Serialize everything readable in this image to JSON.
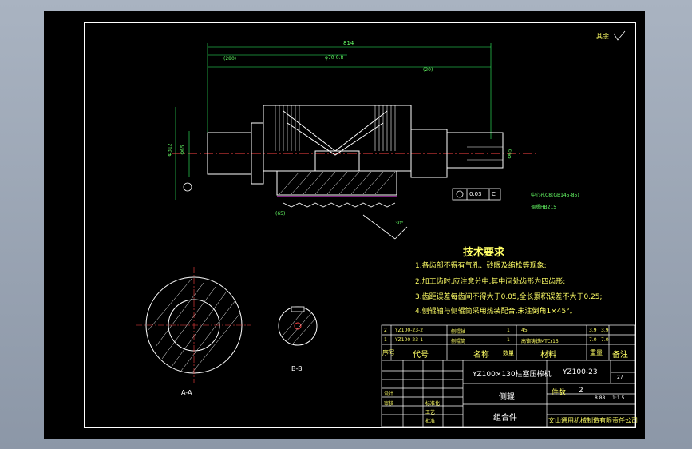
{
  "tech_req": {
    "title": "技术要求",
    "items": [
      "1.各齿部不得有气孔、砂眼及缩松等现象;",
      "2.加工齿时,应注意分中,其中间处齿形为四齿形;",
      "3.齿距误差每齿间不得大于0.05,全长累积误差不大于0.25;",
      "4.侧辊轴与侧辊筒采用热装配合,未注倒角1×45°。"
    ]
  },
  "roughness_note": "其余",
  "views": {
    "section_aa": "A-A",
    "section_bb": "B-B"
  },
  "main_view_labels": {
    "overall_len": "814",
    "dim_left": "(280)",
    "dim_mid": "φ70-0.8",
    "dim_right": "(20)",
    "dim_left_bottom": "(65)",
    "dia_left": "Φ312",
    "dia_shaft": "Φ65",
    "dia_right": "Φ65",
    "tol_symbol": "0.03",
    "tol_ref": "C",
    "center_hole": "中心孔C8(GB145-85)",
    "heat_treat": "调质HB215",
    "angle": "30°"
  },
  "parts_list": {
    "rows": [
      {
        "no": "2",
        "code": "YZ100-23-2",
        "name": "侧辊轴",
        "qty": "1",
        "material": "45",
        "w1": "3.9",
        "w2": "3.9"
      },
      {
        "no": "1",
        "code": "YZ100-23-1",
        "name": "侧辊筒",
        "qty": "1",
        "material": "高铬铸铁MTCr15",
        "w1": "7.0",
        "w2": "7.0"
      }
    ],
    "header": {
      "no": "序号",
      "code": "代号",
      "name": "名称",
      "qty": "数量",
      "material": "材料",
      "weight": "重量",
      "note": "备注"
    }
  },
  "title_block": {
    "project": "YZ100×130柱塞压榨机",
    "drawing_no": "YZ100-23",
    "sheet_no": "27",
    "part_name": "侧辊",
    "assembly": "组合件",
    "qty_label": "件数",
    "qty": "2",
    "weight": "8.88",
    "scale": "1:1.5",
    "company": "文山通用机械制造有限责任公司",
    "row_labels": [
      "设计",
      "审核",
      "工艺",
      "标准化",
      "批准"
    ]
  }
}
